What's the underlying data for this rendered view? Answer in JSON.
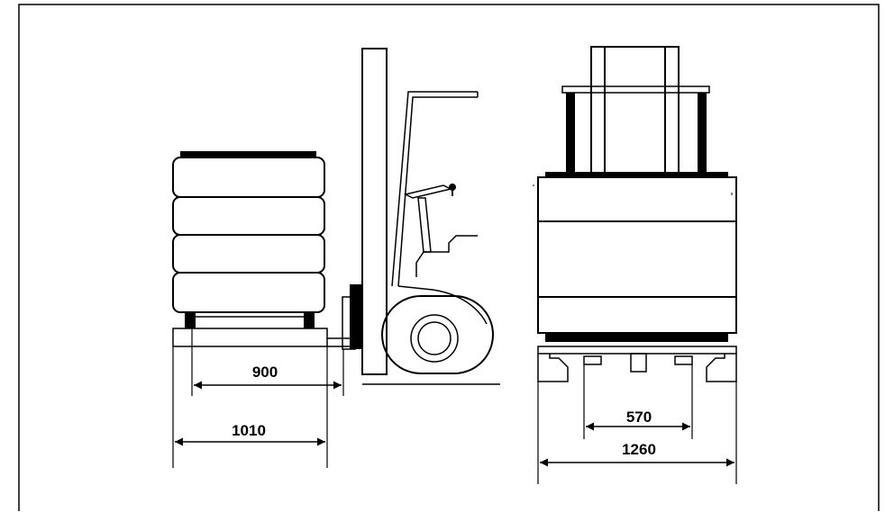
{
  "dimensions": {
    "side_inner_width": "900",
    "side_outer_width": "1010",
    "rear_inner_width": "570",
    "rear_outer_width": "1260"
  }
}
